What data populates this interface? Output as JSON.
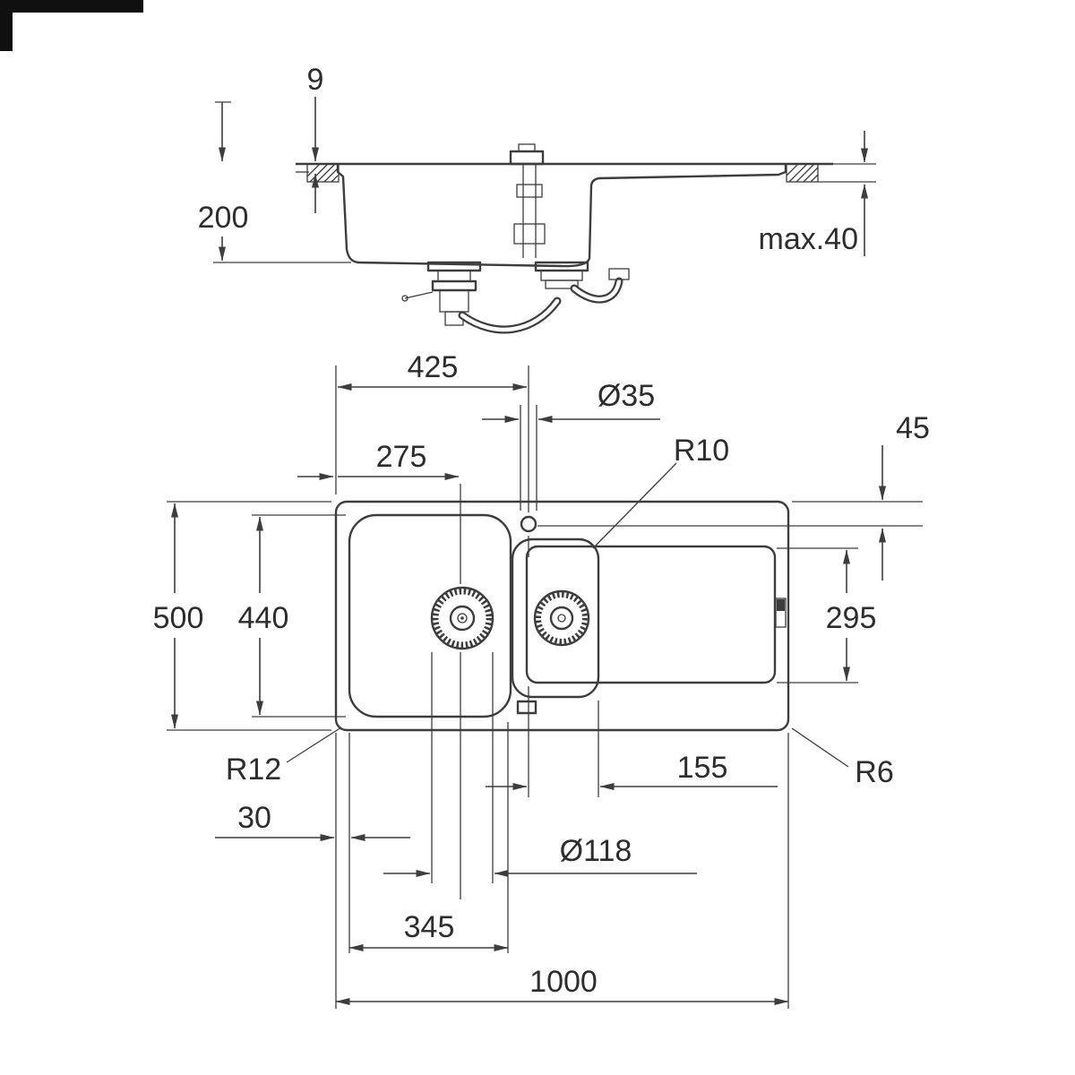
{
  "drawing": {
    "background": "#ffffff",
    "line_color": "#3d3d3d",
    "section_view": {
      "rim_height": "9",
      "bowl_depth": "200",
      "max_worktop_thickness": "max.40"
    },
    "plan_view": {
      "left_to_tap_center": "425",
      "tap_hole_diameter": "Ø35",
      "tap_center_from_top": "45",
      "left_to_bowl_center": "275",
      "inner_corner_radius": "R10",
      "overall_depth": "500",
      "bowl_inner_depth": "440",
      "drainer_inner_depth": "295",
      "outer_corner_radius_left": "R12",
      "outer_corner_radius_right": "R6",
      "drainer_offset": "155",
      "edge_to_bowl": "30",
      "waste_hole_diameter": "Ø118",
      "bowl_inner_width": "345",
      "overall_width": "1000"
    }
  }
}
